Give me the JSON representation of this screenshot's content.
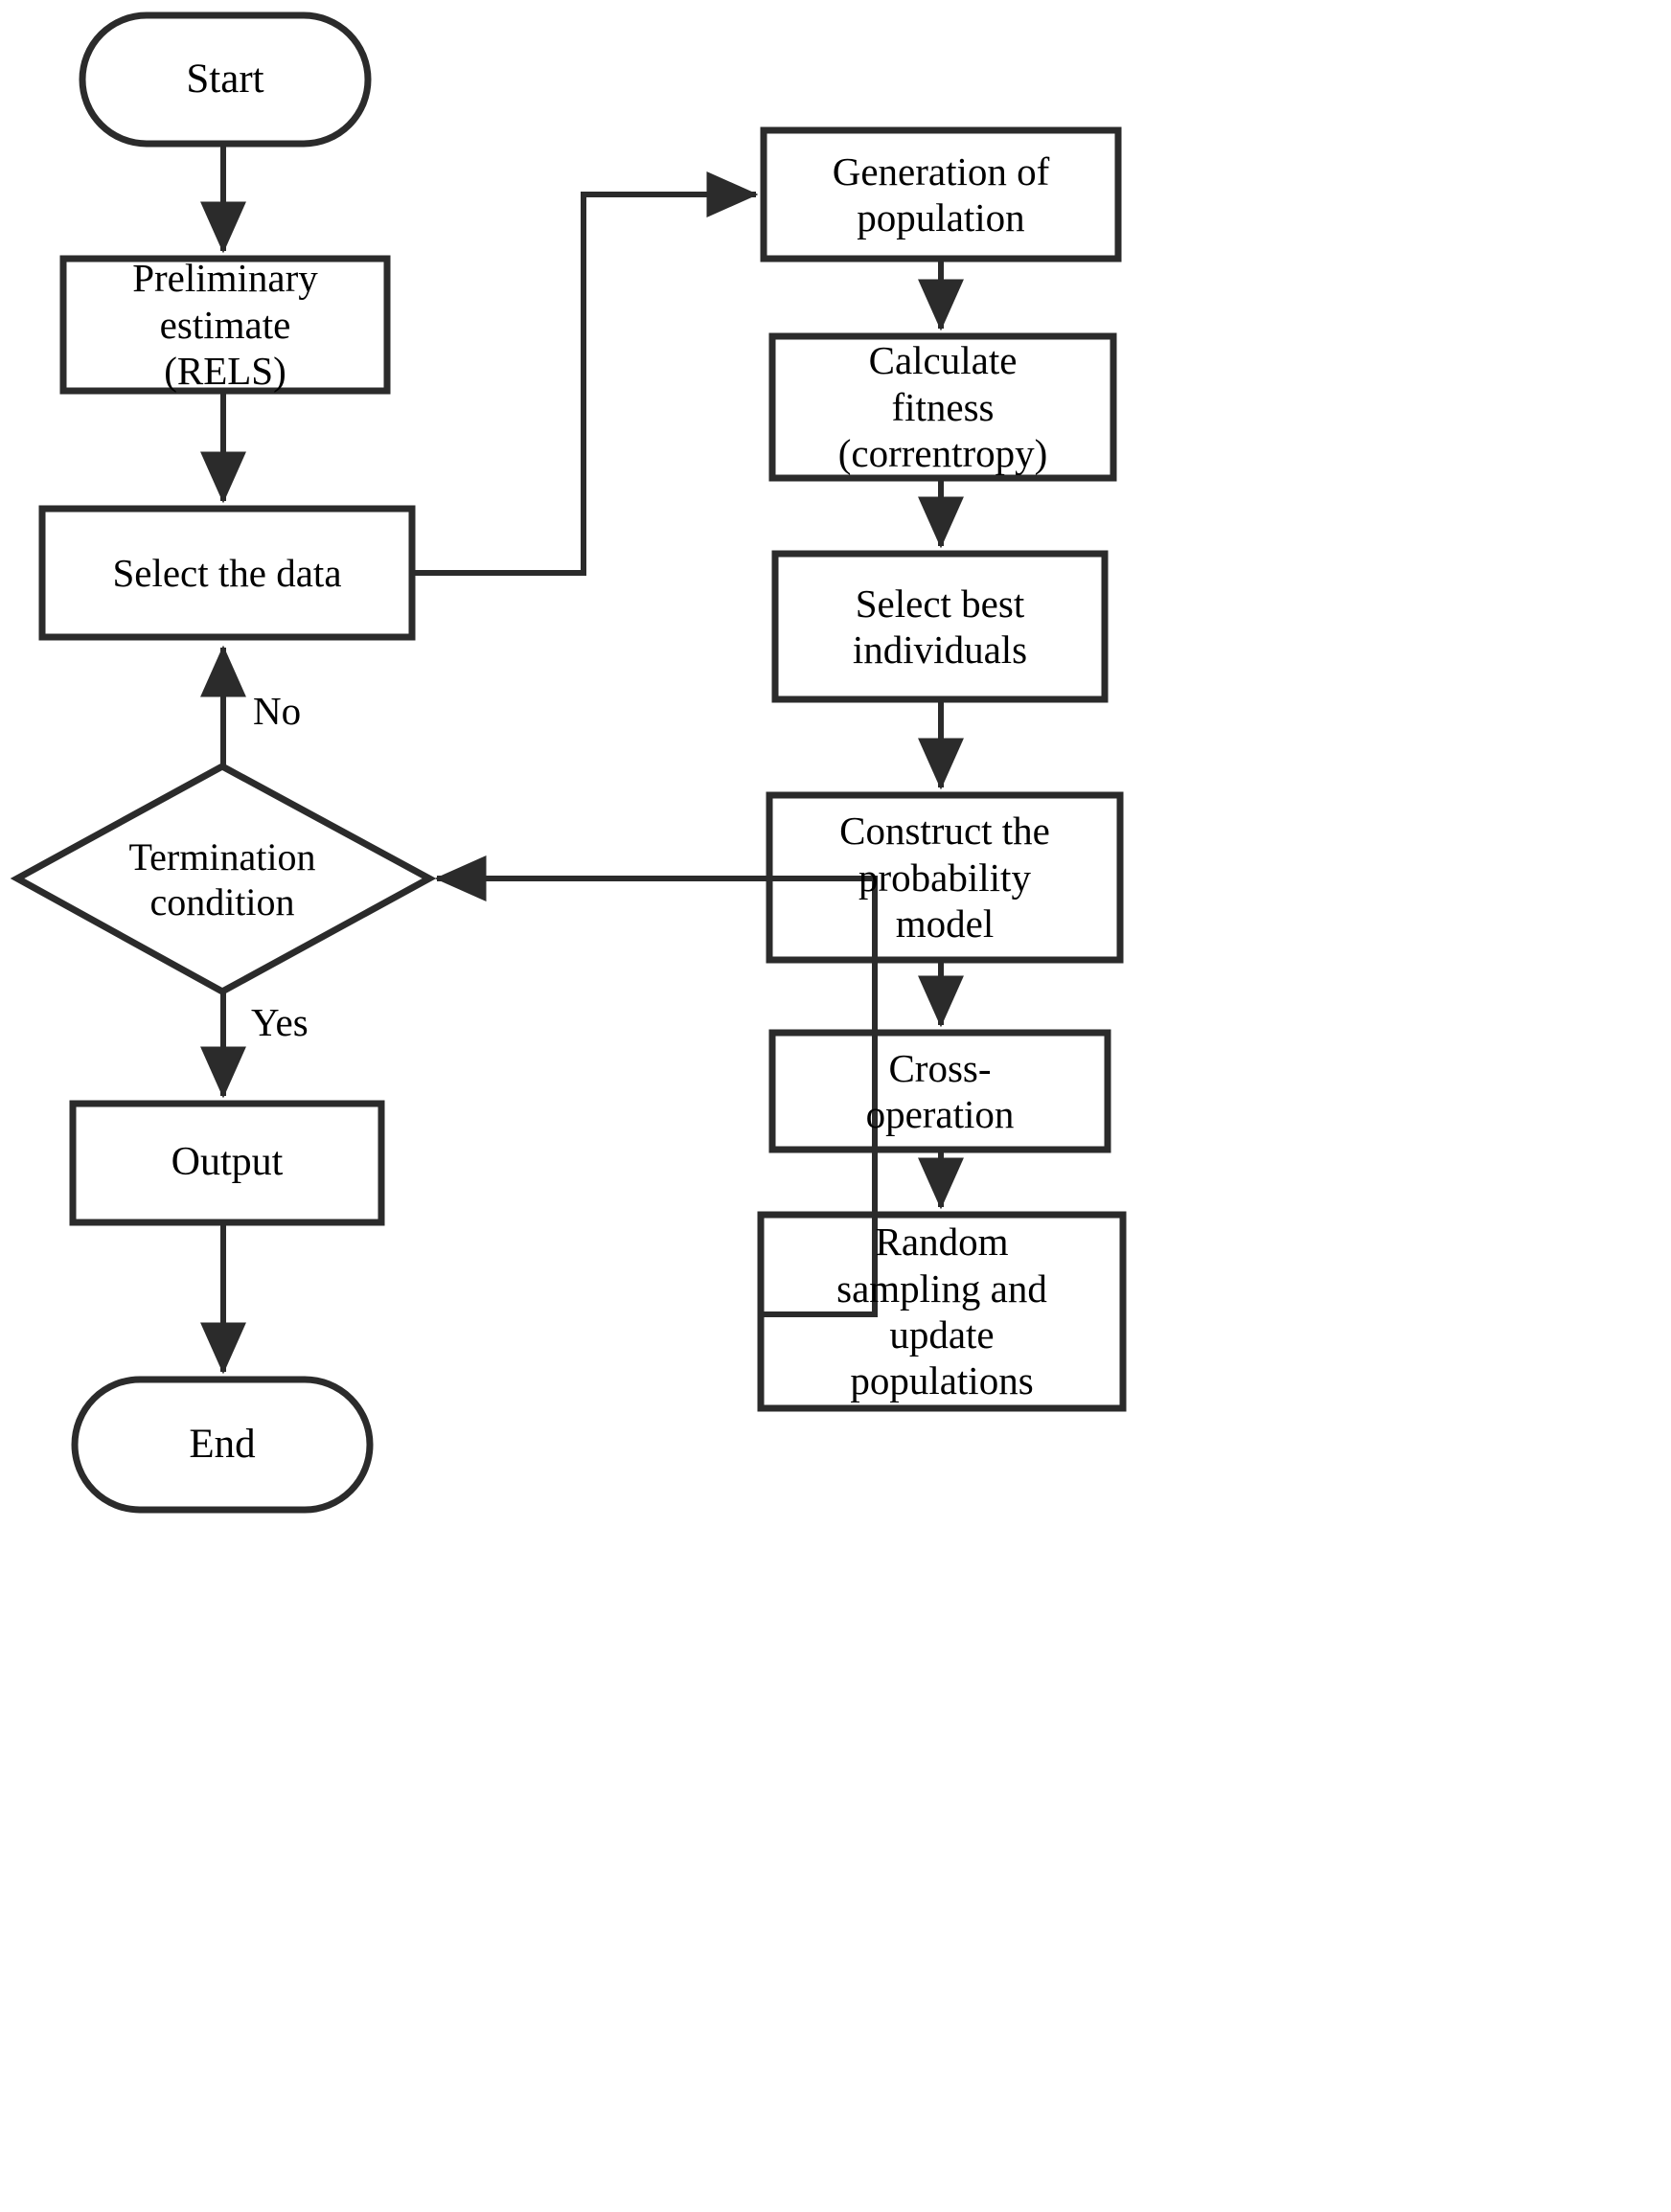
{
  "diagram": {
    "title": "Algorithm flowchart",
    "stroke_color": "#2b2b2b",
    "fill_color": "#ffffff",
    "text_color": "#000000"
  },
  "nodes": {
    "start": {
      "label": "Start",
      "shape": "terminator"
    },
    "preliminary_estimate": {
      "label": "Preliminary\nestimate\n(RELS)",
      "shape": "process"
    },
    "select_the_data": {
      "label": "Select the data",
      "shape": "process"
    },
    "termination_condition": {
      "label": "Termination\ncondition",
      "shape": "decision"
    },
    "output": {
      "label": "Output",
      "shape": "process"
    },
    "end": {
      "label": "End",
      "shape": "terminator"
    },
    "generation_of_population": {
      "label": "Generation of\npopulation",
      "shape": "process"
    },
    "calculate_fitness": {
      "label": "Calculate\nfitness\n(correntropy)",
      "shape": "process"
    },
    "select_best_individuals": {
      "label": "Select best\nindividuals",
      "shape": "process"
    },
    "construct_probability_model": {
      "label": "Construct the\nprobability\nmodel",
      "shape": "process"
    },
    "cross_operation": {
      "label": "Cross-\noperation",
      "shape": "process"
    },
    "random_sampling_update": {
      "label": "Random\nsampling and\nupdate\npopulations",
      "shape": "process"
    }
  },
  "edge_labels": {
    "no": "No",
    "yes": "Yes"
  }
}
